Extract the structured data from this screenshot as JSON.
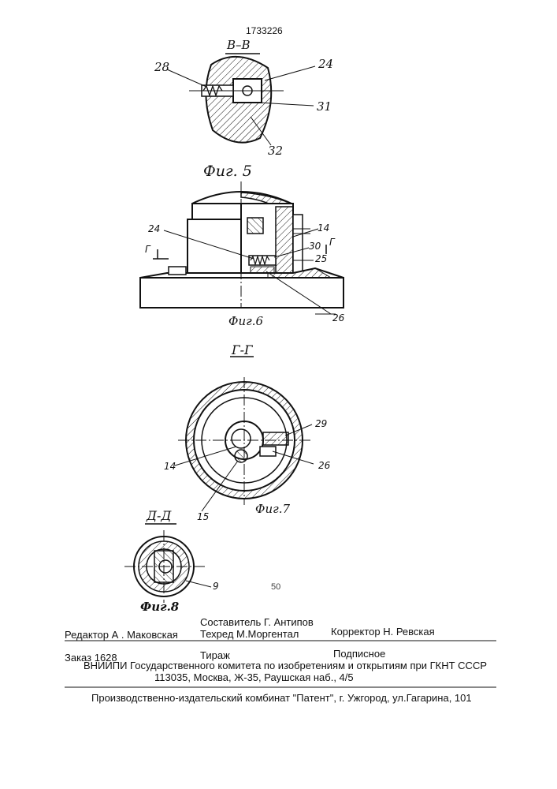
{
  "patent_number": "1733226",
  "figures": [
    {
      "section": "В–В",
      "caption": "Фиг. 5",
      "labels": [
        "28",
        "24",
        "31",
        "32"
      ]
    },
    {
      "section": "",
      "caption": "Фиг.6",
      "labels": [
        "24",
        "Г",
        "14",
        "Г",
        "30",
        "25",
        "26"
      ]
    },
    {
      "section": "Г-Г",
      "caption": "Фиг.7",
      "labels": [
        "29",
        "26",
        "14",
        "15"
      ]
    },
    {
      "section": "Д-Д",
      "caption": "Фиг.8",
      "labels": [
        "9"
      ]
    }
  ],
  "stray_mark": "50",
  "footer": {
    "editor": "Редактор А . Маковская",
    "compiler": "Составитель Г. Антипов",
    "techred": "Техред М.Моргентал",
    "corrector": "Корректор Н. Ревская",
    "order": "Заказ 1628",
    "circulation": "Тираж",
    "subscription": "Подписное",
    "institute": "ВНИИПИ Государственного комитета по изобретениям и открытиям при ГКНТ СССР",
    "address": "113035, Москва, Ж-35, Раушская наб., 4/5",
    "publisher": "Производственно-издательский комбинат \"Патент\", г. Ужгород, ул.Гагарина, 101"
  }
}
